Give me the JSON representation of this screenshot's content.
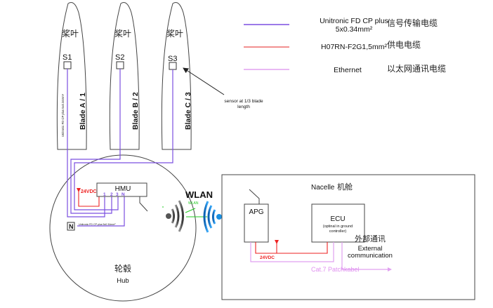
{
  "colors": {
    "signal_cable": "#7b4fe0",
    "power_cable": "#f08080",
    "power_red": "#ee2222",
    "ethernet_cable": "#e0a0f0",
    "outline": "#444444",
    "wlan_green": "#22cc22",
    "wlan_blue": "#1a8fe0"
  },
  "legend": [
    {
      "name": "Unitronic FD CP plus",
      "spec": "5x0.34mm²",
      "cn": "信号传输电缆",
      "type": "signal"
    },
    {
      "name": "H07RN-F2G1,5mm²",
      "spec": "",
      "cn": "供电电缆",
      "type": "power"
    },
    {
      "name": "Ethernet",
      "spec": "",
      "cn": "以太网通讯电缆",
      "type": "ethernet"
    }
  ],
  "blades": [
    {
      "cn": "桨叶",
      "sensor": "S1",
      "label": "Blade A / 1"
    },
    {
      "cn": "桨叶",
      "sensor": "S2",
      "label": "Blade B / 2"
    },
    {
      "cn": "桨叶",
      "sensor": "S3",
      "label": "Blade C / 3"
    }
  ],
  "blade_cable_note": "Unitronic FD CP plus 5x0.34mm²",
  "sensor_note": {
    "line1": "sensor at 1/3 blade",
    "line2": "length"
  },
  "hmu": {
    "label": "HMU",
    "power": "24VDC",
    "pins": [
      "1",
      "2",
      "3",
      "N"
    ],
    "n_box": "N",
    "n_cable_note": "Unitronic FD CP plus 5x0.34mm²"
  },
  "hub": {
    "cn": "轮毂",
    "label": "Hub"
  },
  "wlan": {
    "label": "WLAN",
    "sublabel": "WLAN"
  },
  "nacelle": {
    "label": "Nacelle",
    "cn": "机舱",
    "apg": "APG",
    "ecu": {
      "label": "ECU",
      "note1": "(optinal in ground",
      "note2": "controller)"
    },
    "power": "24VDC",
    "cat7": "Cat.7 Patchkabel",
    "external": {
      "cn": "外部通讯",
      "line1": "External",
      "line2": "communication"
    }
  }
}
